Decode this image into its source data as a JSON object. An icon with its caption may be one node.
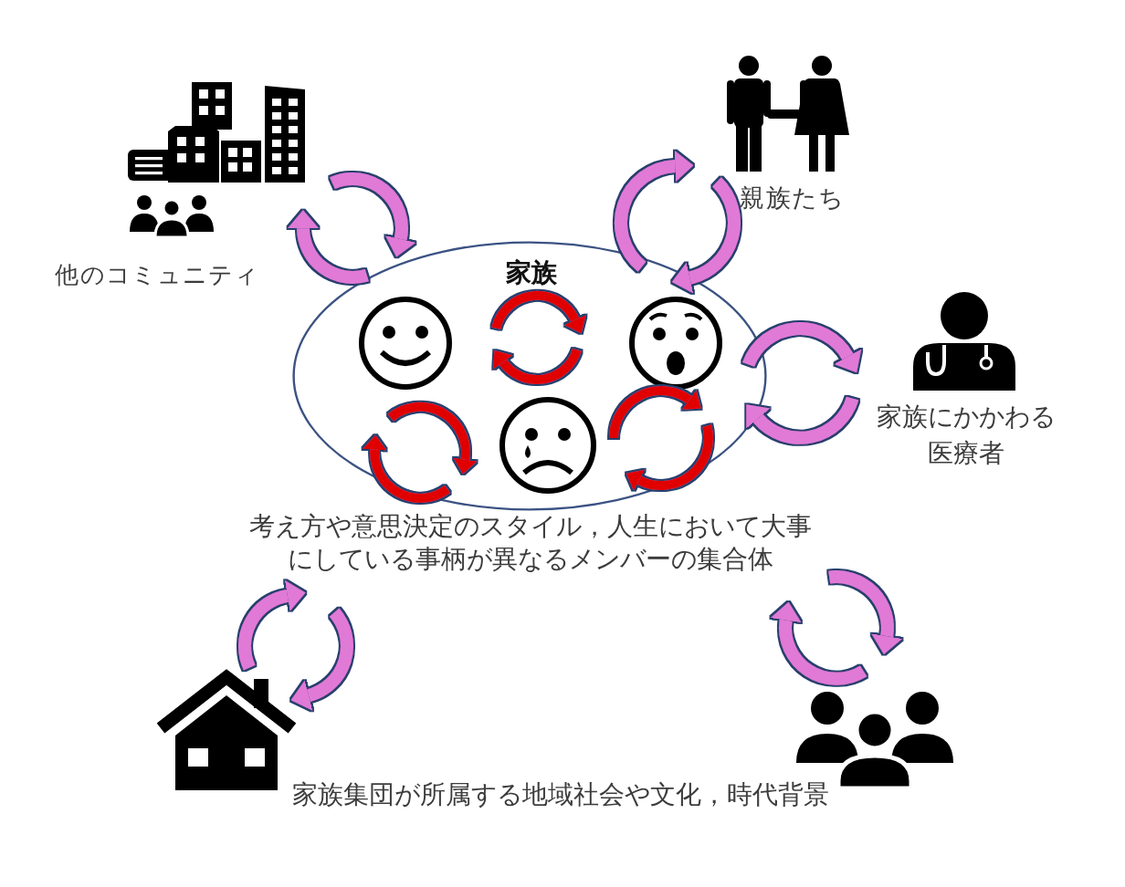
{
  "diagram": {
    "nodes": [
      {
        "text": [
          "他のコミュニティ"
        ]
      },
      {
        "text": [
          "親族たち"
        ]
      },
      {
        "text": [
          "家族"
        ],
        "beside": [
          "考え方や意思決定のスタイル，人生において大事にしている事柄が異なるメンバーの集合体"
        ]
      },
      {
        "text": [],
        "shape": "picture",
        "in": 2
      },
      {
        "text": [],
        "shape": "picture",
        "in": 2
      },
      {
        "text": [],
        "shape": "picture",
        "in": 2
      },
      {
        "text": [
          "家族にかかわる医療者"
        ]
      },
      {
        "text": [],
        "shape": "picture"
      },
      {
        "text": [],
        "shape": "picture"
      }
    ],
    "edges": [
      {
        "from": 0,
        "to": 2,
        "arrow": "to"
      },
      {
        "from": 2,
        "to": 0,
        "arrow": "to"
      },
      {
        "from": 2,
        "to": 1,
        "arrow": "to"
      },
      {
        "from": 1,
        "to": 2,
        "arrow": "to"
      },
      {
        "from": 3,
        "to": 4,
        "arrow": "to",
        "color": "#e00000"
      },
      {
        "from": 4,
        "to": 3,
        "arrow": "to",
        "color": "#e00000"
      },
      {
        "from": 3,
        "to": 5,
        "arrow": "to",
        "color": "#e00000"
      },
      {
        "from": 5,
        "to": 3,
        "arrow": "to",
        "color": "#e00000"
      },
      {
        "from": 5,
        "to": 4,
        "arrow": "to",
        "color": "#e00000"
      },
      {
        "from": 4,
        "to": 5,
        "arrow": "to",
        "color": "#e00000"
      },
      {
        "from": 2,
        "to": 6,
        "arrow": "to"
      },
      {
        "from": 6,
        "to": 2,
        "arrow": "to"
      },
      {
        "from": 7,
        "to": 2,
        "arrow": "to"
      },
      {
        "from": 2,
        "to": 7,
        "arrow": "to"
      },
      {
        "from": 2,
        "to": 8,
        "arrow": "to"
      },
      {
        "from": 8,
        "to": 2,
        "arrow": "to"
      }
    ],
    "labels": [
      "家族集団が所属する地域社会や文化，時代背景"
    ]
  }
}
